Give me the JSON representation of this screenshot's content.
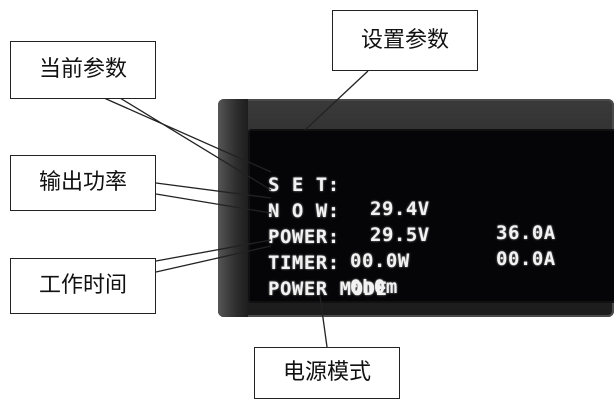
{
  "callouts": {
    "set_params": "设置参数",
    "current_params": "当前参数",
    "output_power": "输出功率",
    "work_time": "工作时间",
    "power_mode": "电源模式"
  },
  "display": {
    "set_row": {
      "label": "S E T:",
      "voltage": "29.4V",
      "current": "36.0A"
    },
    "now_row": {
      "label": "N O W:",
      "voltage": "29.5V",
      "current": "00.0A"
    },
    "power_row": {
      "label": "POWER:",
      "value": "00.0W"
    },
    "timer_row": {
      "label": "TIMER:",
      "value": "0h0m"
    },
    "mode_row": {
      "label": "POWER MODE"
    }
  },
  "colors": {
    "screen_bg": "#050507",
    "screen_text": "#f2f2f2",
    "callout_border": "#222222"
  }
}
